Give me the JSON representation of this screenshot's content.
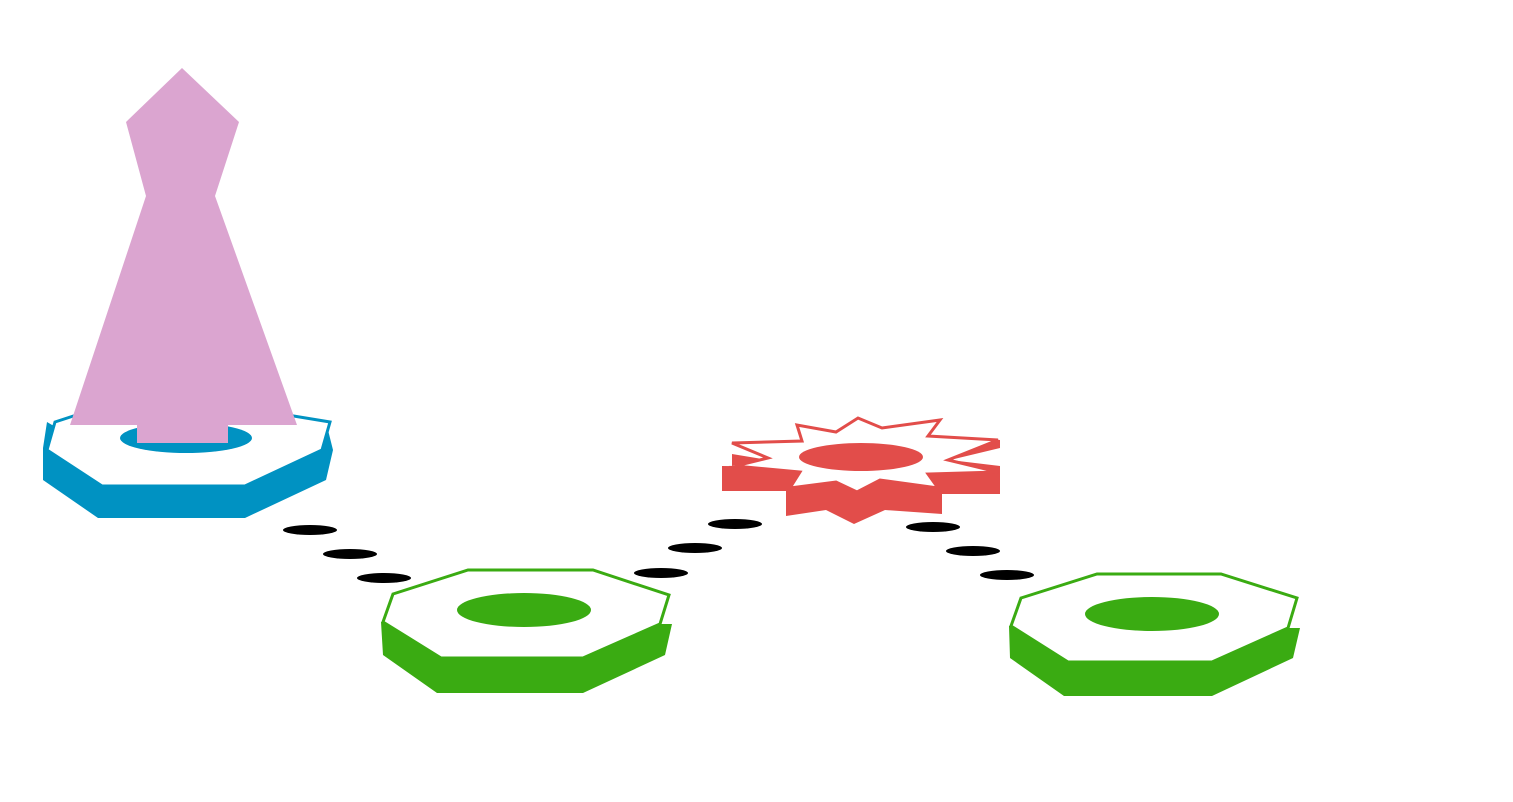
{
  "colors": {
    "background": "#ffffff",
    "start_tile": "#0092c2",
    "safe_tile": "#3aab12",
    "hazard_tile": "#e24d4a",
    "path_dots": "#000000",
    "player_pawn": "#dba5d0"
  },
  "board": {
    "tiles": [
      {
        "id": "start",
        "type": "start-tile",
        "icon": "hexagon-platform",
        "color_key": "start_tile",
        "occupied_by_player": true
      },
      {
        "id": "tile-2",
        "type": "safe-tile",
        "icon": "hexagon-platform",
        "color_key": "safe_tile",
        "occupied_by_player": false
      },
      {
        "id": "tile-3",
        "type": "hazard-tile",
        "icon": "spiky-burst",
        "color_key": "hazard_tile",
        "occupied_by_player": false
      },
      {
        "id": "tile-4",
        "type": "safe-tile",
        "icon": "hexagon-platform",
        "color_key": "safe_tile",
        "occupied_by_player": false
      }
    ],
    "path_dots_between_tiles": 3
  },
  "player": {
    "icon": "pawn",
    "on_tile": "start"
  }
}
